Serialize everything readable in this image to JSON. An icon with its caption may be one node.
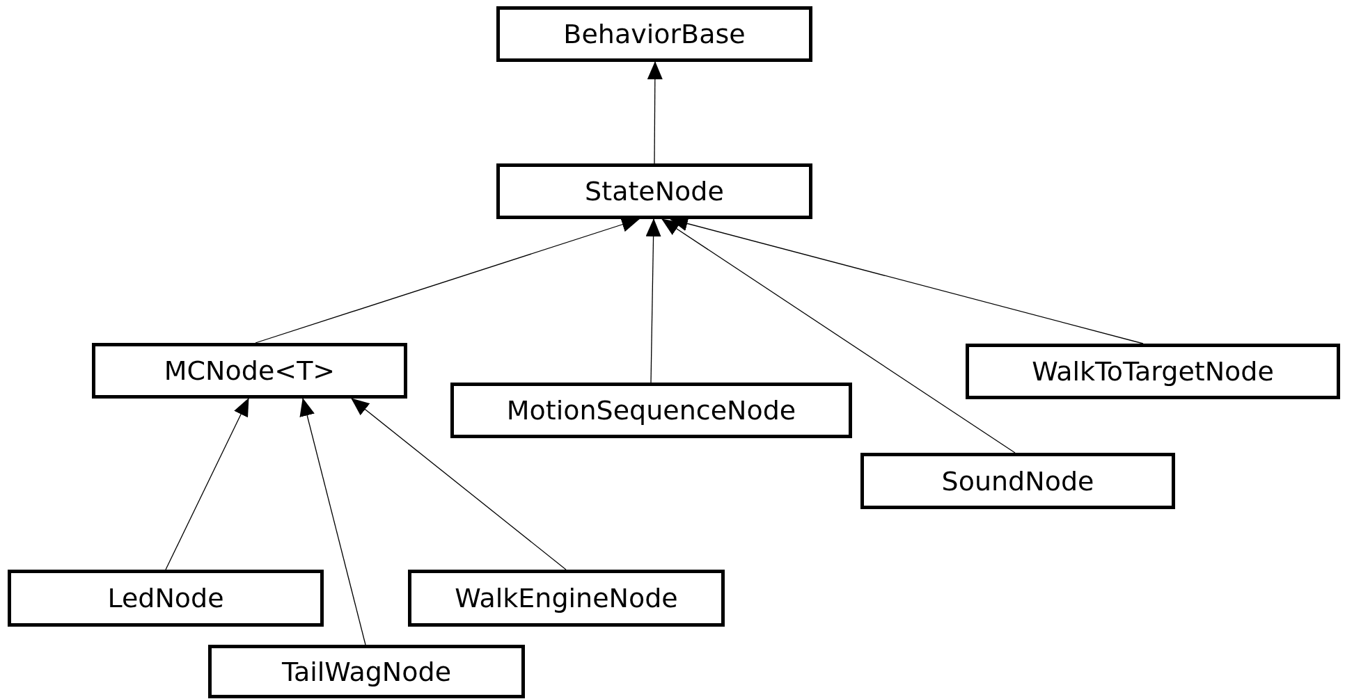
{
  "diagram": {
    "nodes": [
      {
        "text": [
          "BehaviorBase"
        ]
      },
      {
        "text": [
          "StateNode"
        ]
      },
      {
        "text": [
          "MCNode<T>"
        ]
      },
      {
        "text": [
          "WalkToTargetNode"
        ]
      },
      {
        "text": [
          "MotionSequenceNode"
        ]
      },
      {
        "text": [
          "SoundNode"
        ]
      },
      {
        "text": [
          "LedNode"
        ]
      },
      {
        "text": [
          "WalkEngineNode"
        ]
      },
      {
        "text": [
          "TailWagNode"
        ]
      }
    ],
    "edges": [
      {
        "from": 1,
        "to": 0,
        "arrow": "to"
      },
      {
        "from": 2,
        "to": 1,
        "arrow": "to"
      },
      {
        "from": 4,
        "to": 1,
        "arrow": "to"
      },
      {
        "from": 5,
        "to": 1,
        "arrow": "to"
      },
      {
        "from": 3,
        "to": 1,
        "arrow": "to"
      },
      {
        "from": 6,
        "to": 2,
        "arrow": "to"
      },
      {
        "from": 8,
        "to": 2,
        "arrow": "to"
      },
      {
        "from": 7,
        "to": 2,
        "arrow": "to"
      }
    ]
  }
}
